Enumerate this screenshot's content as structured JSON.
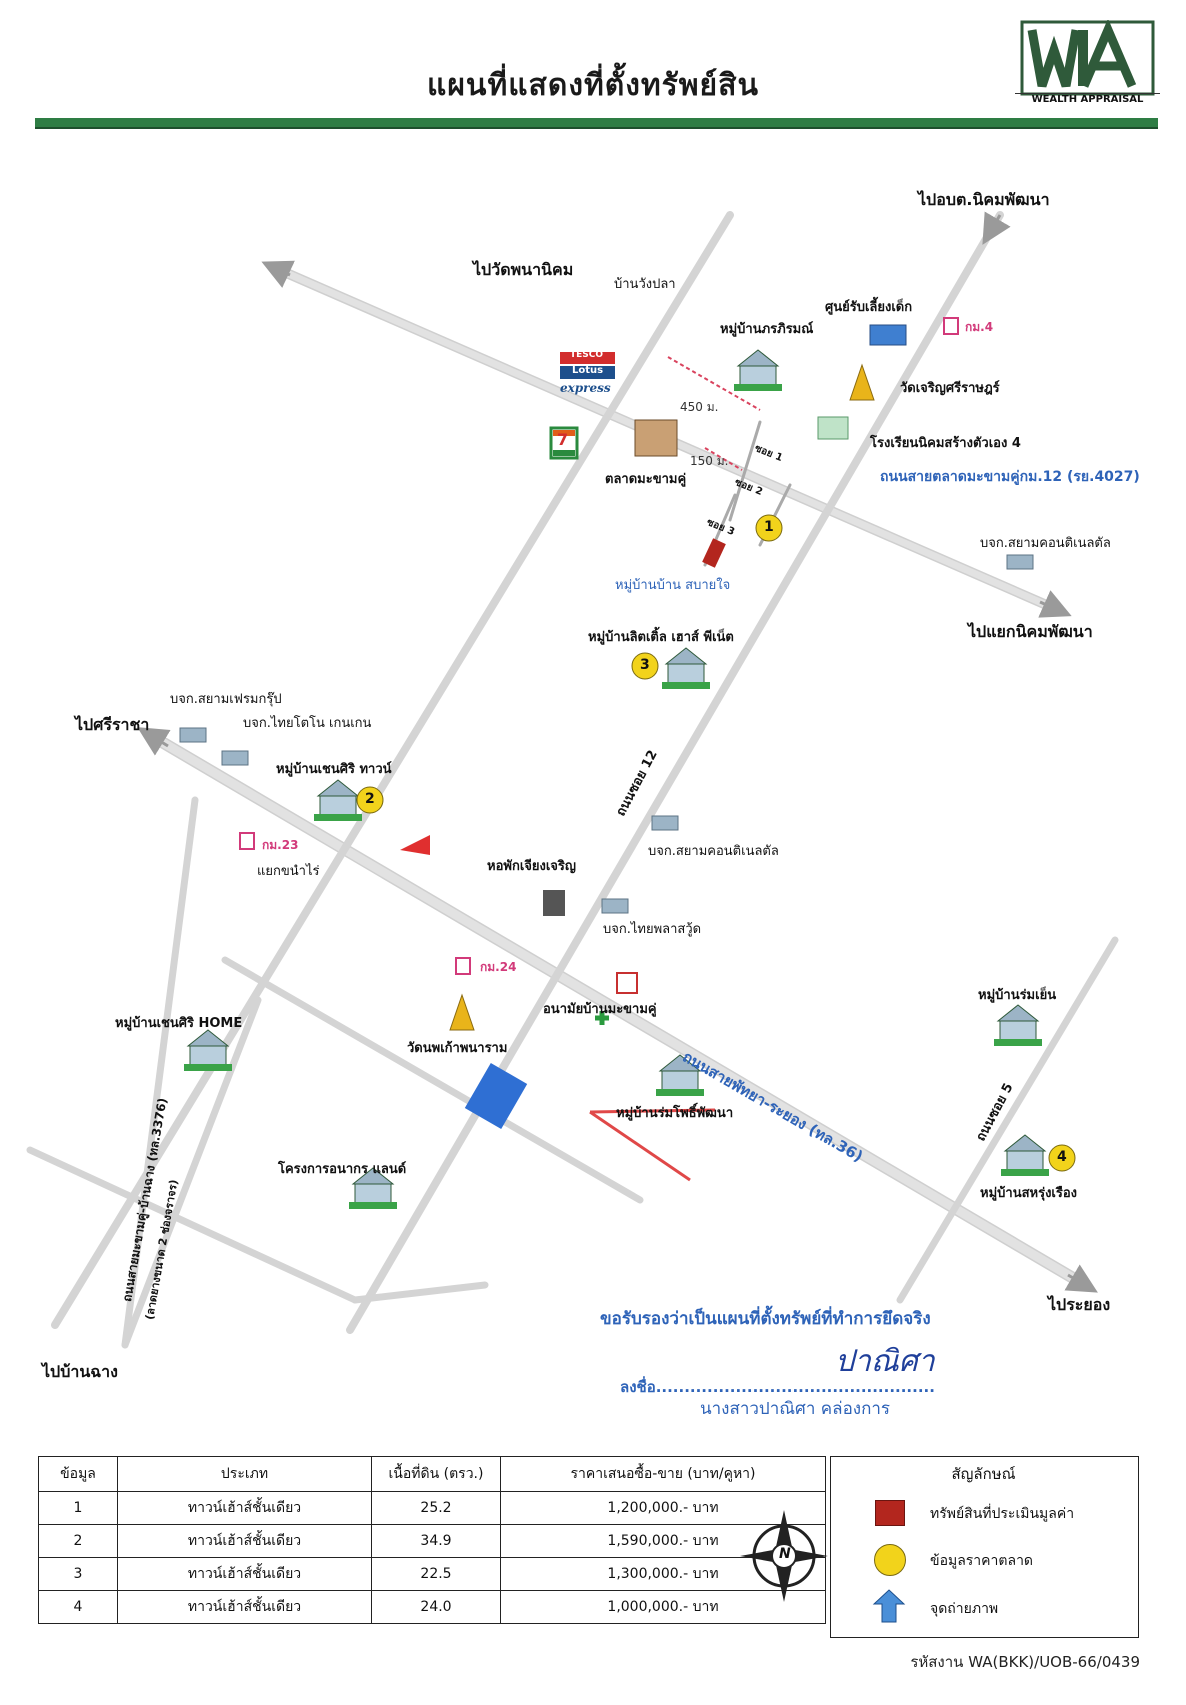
{
  "header": {
    "title": "แผนที่แสดงที่ตั้งทรัพย์สิน",
    "logo_text": "WEALTH APPRAISAL",
    "logo_mark": "WA"
  },
  "map": {
    "directions": {
      "to_nikhom_office": "ไปอบต.นิคมพัฒนา",
      "to_wat_phana": "ไปวัดพนานิคม",
      "to_sriracha": "ไปศรีราชา",
      "to_yaek_nikhom": "ไปแยกนิคมพัฒนา",
      "to_rayong": "ไประยอง",
      "to_ban_chang": "ไปบ้านฉาง"
    },
    "roads": {
      "road_makham_khu": "ถนนสายตลาดมะขามคู่กม.12 (รย.4027)",
      "road_pattaya_rayong": "ถนนสายพัทยา-ระยอง (ทล.36)",
      "soi_12": "ถนนซอย 12",
      "soi_5": "ถนนซอย 5",
      "road_3376": "ถนนสายมะขามคู่-บ้านฉาง (ทล.3376)",
      "road_3376_note": "(ลาดยางขนาด 2 ช่องจราจร)",
      "soi_1": "ซอย 1",
      "soi_2": "ซอย 2",
      "soi_3": "ซอย 3",
      "dist_450": "450 ม.",
      "dist_150": "150 ม."
    },
    "places": {
      "ban_wang_pla": "บ้านวังปลา",
      "phakirom": "หมู่บ้านภรภิรมณ์",
      "childcare": "ศูนย์รับเลี้ยงเด็ก",
      "km4": "กม.4",
      "wat_charoen": "วัดเจริญศรีราษฎร์",
      "school": "โรงเรียนนิคมสร้างตัวเอง 4",
      "market": "ตลาดมะขามคู่",
      "tesco_top": "TESCO",
      "tesco_mid": "Lotus",
      "tesco_bot": "express",
      "seven": "7",
      "sabai_jai": "หมู่บ้านบ้าน สบายใจ",
      "siam_continental_1": "บจก.สยามคอนติเนลตัล",
      "little_house": "หมู่บ้านลิตเติ้ล เฮาส์ พีเน็ต",
      "siam_frame": "บจก.สยามเฟรมกรุ๊ป",
      "thai_tono": "บจก.ไทยโตโน เกนเกน",
      "chensiri_town": "หมู่บ้านเชนศิริ ทาวน์",
      "km23": "กม.23",
      "yaek_khanai": "แยกขนำไร่",
      "dorm": "หอพักเจียงเจริญ",
      "siam_continental_2": "บจก.สยามคอนติเนลตัล",
      "thai_plaswood": "บจก.ไทยพลาสวู้ด",
      "km24": "กม.24",
      "health_center": "อนามัยบ้านมะขามคู่",
      "wat_phao": "วัดนพเก้าพนาราม",
      "chensiri_home": "หมู่บ้านเชนศิริ HOME",
      "rom_yen": "หมู่บ้านร่มเย็น",
      "rom_pho": "หมู่บ้านร่มโพธิ์พัฒนา",
      "anakorn": "โครงการอนากร แลนด์",
      "sahrung": "หมู่บ้านสหรุ่งเรือง"
    },
    "markers": [
      "1",
      "2",
      "3",
      "4"
    ],
    "compass_letter": "N"
  },
  "certification": {
    "statement": "ขอรับรองว่าเป็นแผนที่ตั้งทรัพย์ที่ทำการยึดจริง",
    "sign_label": "ลงชื่อ.................................................",
    "signature": "ปาณิศา",
    "signer_name": "นางสาวปาณิศา  คล่องการ"
  },
  "table": {
    "headers": [
      "ข้อมูล",
      "ประเภท",
      "เนื้อที่ดิน (ตรว.)",
      "ราคาเสนอซื้อ-ขาย (บาท/คูหา)"
    ],
    "rows": [
      [
        "1",
        "ทาวน์เฮ้าส์ชั้นเดียว",
        "25.2",
        "1,200,000.- บาท"
      ],
      [
        "2",
        "ทาวน์เฮ้าส์ชั้นเดียว",
        "34.9",
        "1,590,000.- บาท"
      ],
      [
        "3",
        "ทาวน์เฮ้าส์ชั้นเดียว",
        "22.5",
        "1,300,000.- บาท"
      ],
      [
        "4",
        "ทาวน์เฮ้าส์ชั้นเดียว",
        "24.0",
        "1,000,000.- บาท"
      ]
    ]
  },
  "legend": {
    "title": "สัญลักษณ์",
    "items": [
      {
        "label": "ทรัพย์สินที่ประเมินมูลค่า",
        "color": "#b3261e"
      },
      {
        "label": "ข้อมูลราคาตลาด",
        "color": "#f2d31b"
      },
      {
        "label": "จุดถ่ายภาพ",
        "color": "#4a8fd8"
      }
    ]
  },
  "footer": {
    "job_code": "รหัสงาน WA(BKK)/UOB-66/0439"
  },
  "colors": {
    "road": "#d6d6d6",
    "road_edge": "#8f8f8f",
    "title_rule": "#2e7d44",
    "label_blue": "#2e63b8",
    "km_pink": "#d23a7a"
  }
}
